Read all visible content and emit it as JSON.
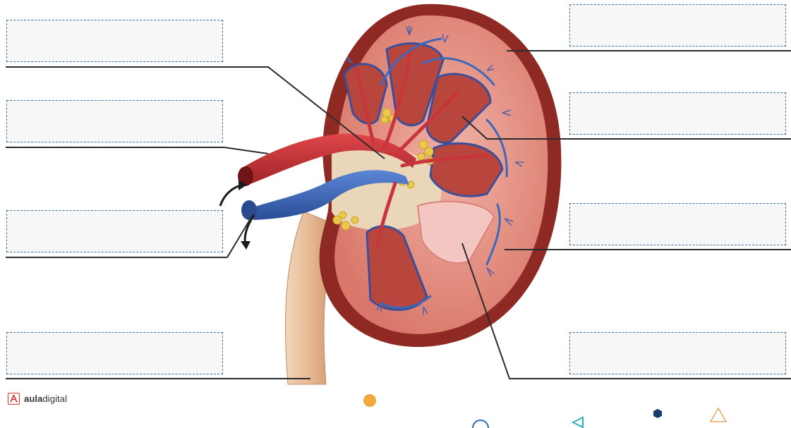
{
  "brand": {
    "name_bold": "aula",
    "name_regular": "digital",
    "logo_letter": "A",
    "accent_color": "#d9342b"
  },
  "label_boxes": [
    {
      "id": "box-left-1",
      "text": ""
    },
    {
      "id": "box-left-2",
      "text": ""
    },
    {
      "id": "box-left-3",
      "text": ""
    },
    {
      "id": "box-left-4",
      "text": ""
    },
    {
      "id": "box-right-1",
      "text": ""
    },
    {
      "id": "box-right-2",
      "text": ""
    },
    {
      "id": "box-right-3",
      "text": ""
    },
    {
      "id": "box-right-4",
      "text": ""
    }
  ],
  "colors": {
    "box_border": "#3f6f9f",
    "box_fill": "#f7f7f8",
    "leader_line": "#2b2b2b",
    "kidney_outer": "#8e2a23",
    "kidney_cortex": "#e08a7c",
    "pyramid": "#b8463d",
    "artery": "#c8353a",
    "vein": "#3d67b8",
    "fat": "#e9c84a",
    "ureter": "#e2b58d"
  },
  "decorations": [
    "orange-dot",
    "blue-circle-outline",
    "teal-triangle-outline",
    "navy-hexagon",
    "orange-triangle-outline"
  ]
}
